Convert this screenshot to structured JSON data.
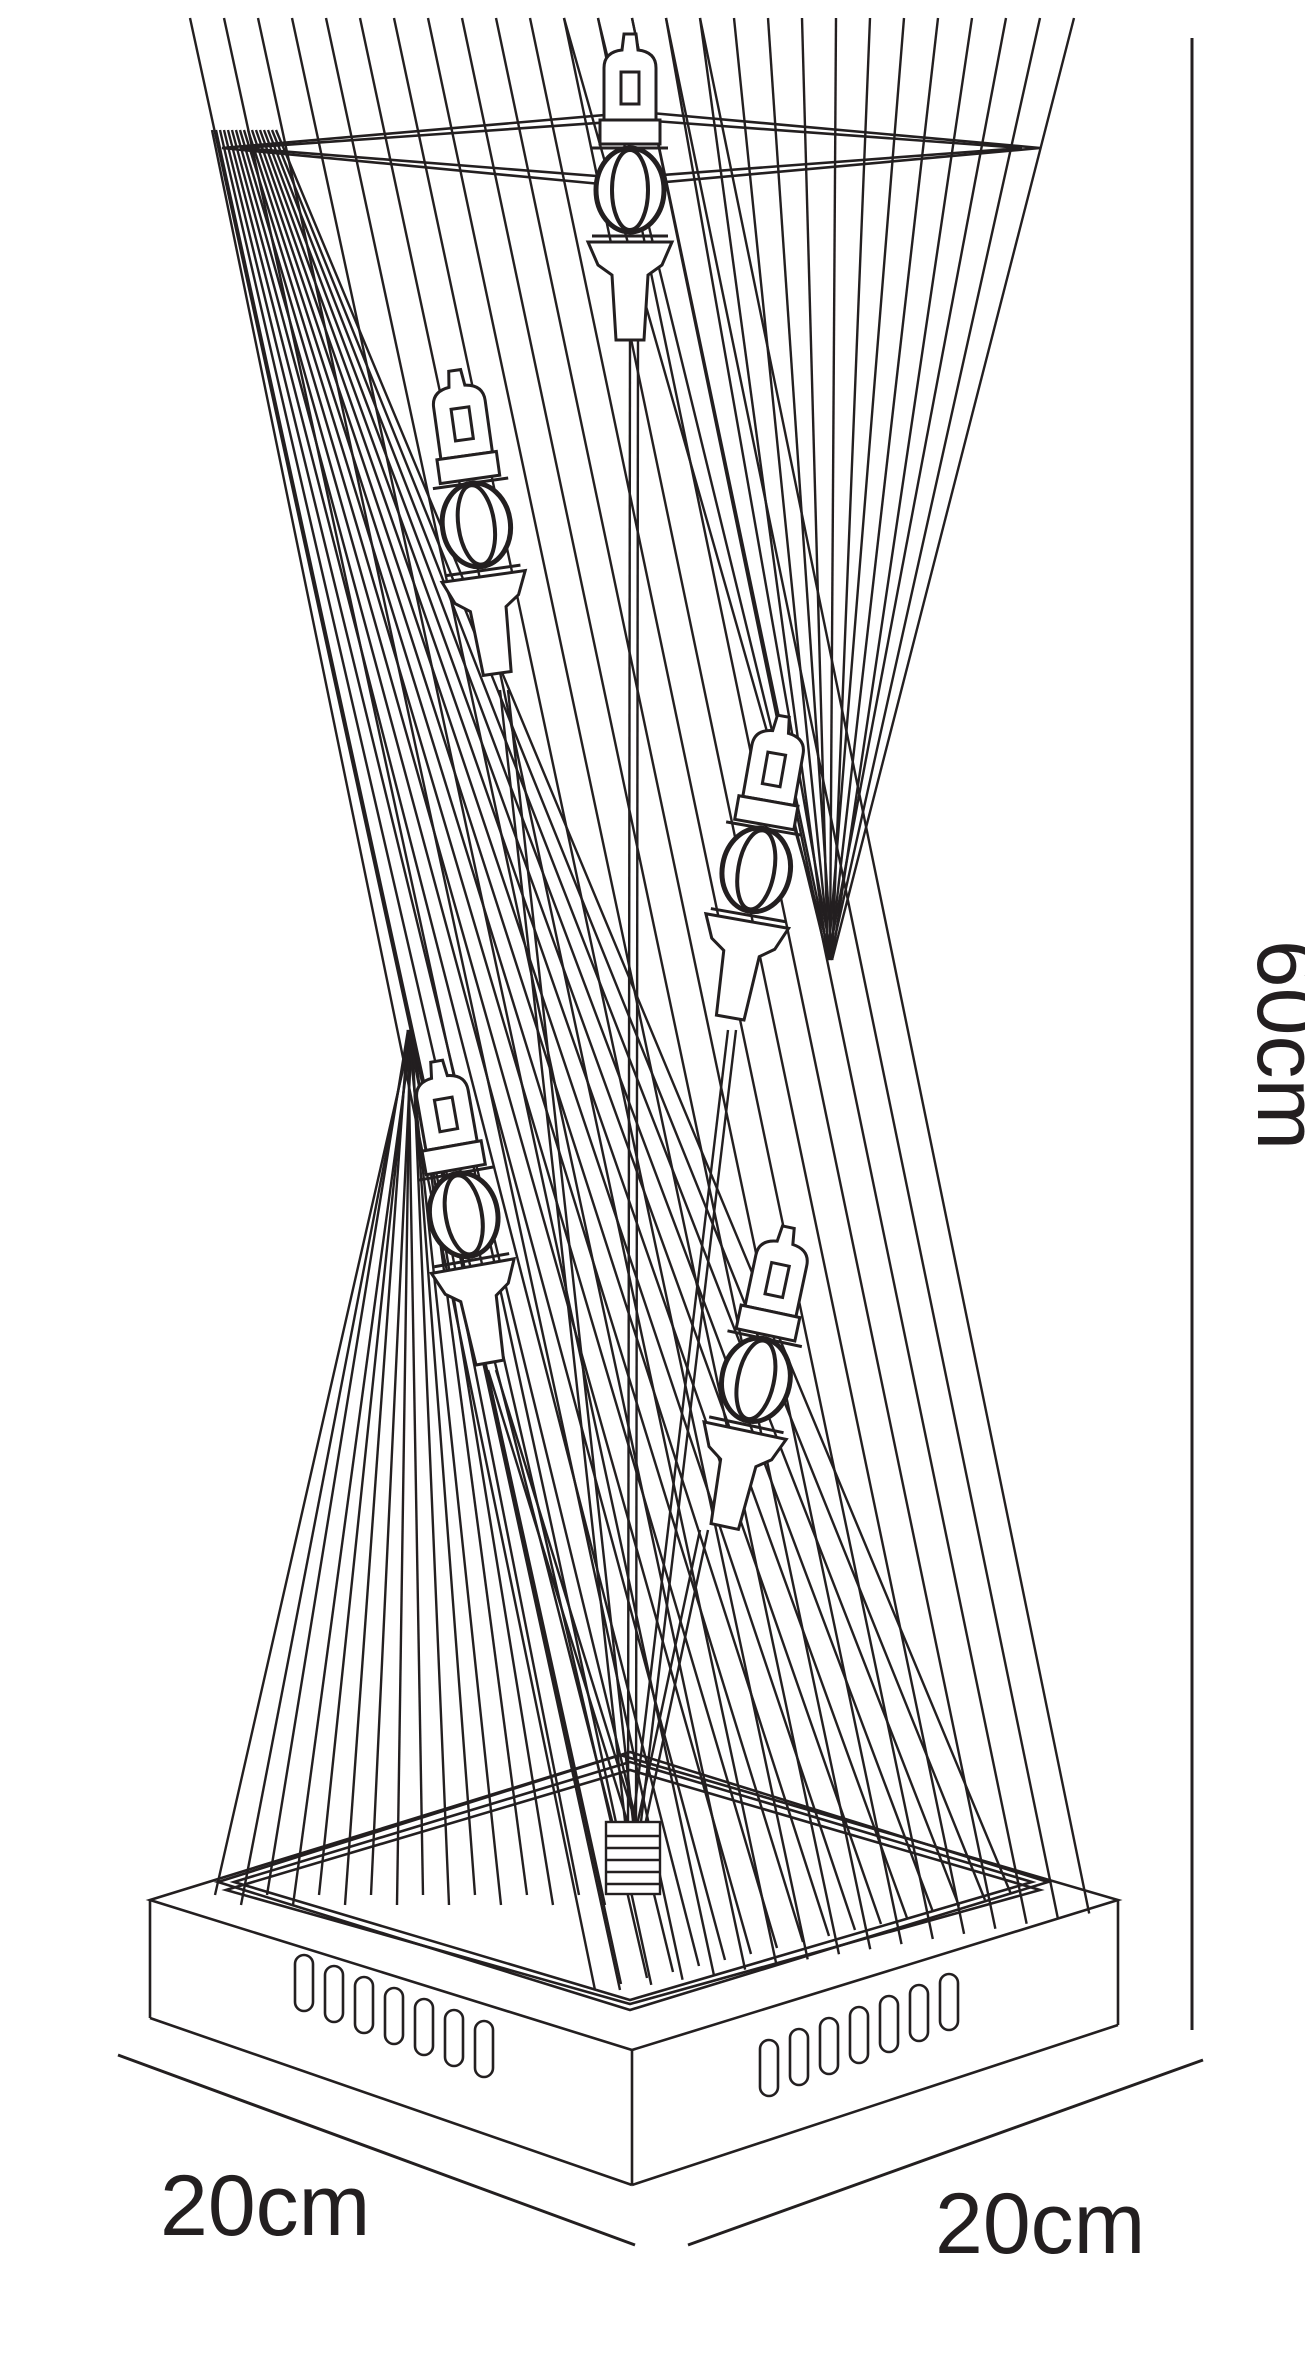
{
  "dimensions": {
    "height": "60cm",
    "width_left": "20cm",
    "width_right": "20cm"
  },
  "colors": {
    "line": "#231f20",
    "background": "#ffffff"
  }
}
